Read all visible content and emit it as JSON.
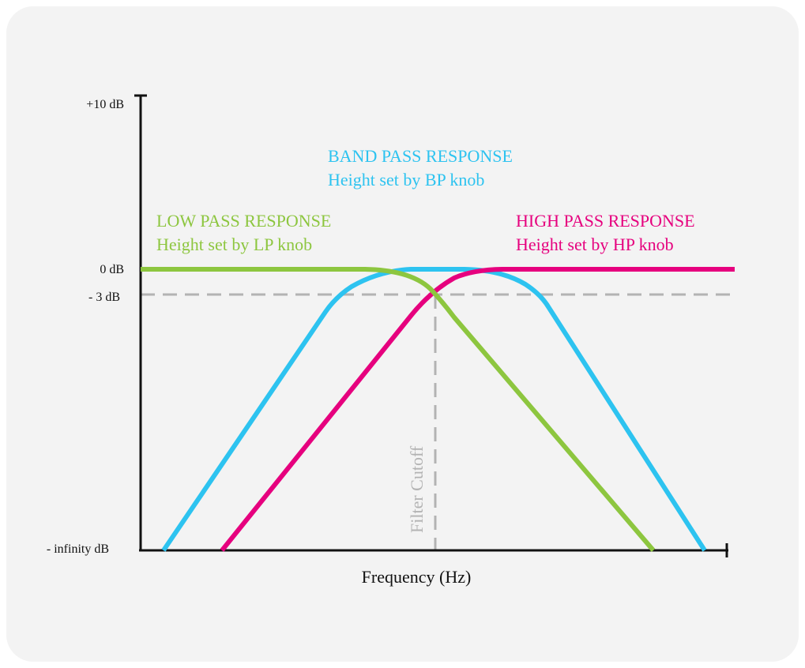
{
  "diagram": {
    "axes": {
      "x_label": "Frequency (Hz)",
      "y_ticks": [
        {
          "label": "+10 dB",
          "key": "plus10"
        },
        {
          "label": "0 dB",
          "key": "zero"
        },
        {
          "label": "- 3 dB",
          "key": "minus3"
        },
        {
          "label": "- infinity dB",
          "key": "neginf"
        }
      ]
    },
    "cutoff_label": "Filter Cutoff",
    "responses": {
      "band_pass": {
        "title": "BAND PASS RESPONSE",
        "subtitle": "Height set by BP knob",
        "color": "#2dc3f0"
      },
      "low_pass": {
        "title": "LOW PASS RESPONSE",
        "subtitle": "Height set by LP knob",
        "color": "#8dc63f"
      },
      "high_pass": {
        "title": "HIGH PASS RESPONSE",
        "subtitle": "Height set by HP knob",
        "color": "#e6007e"
      }
    },
    "colors": {
      "axis": "#111111",
      "guide": "#b3b3b3",
      "background": "#f3f3f3"
    }
  }
}
